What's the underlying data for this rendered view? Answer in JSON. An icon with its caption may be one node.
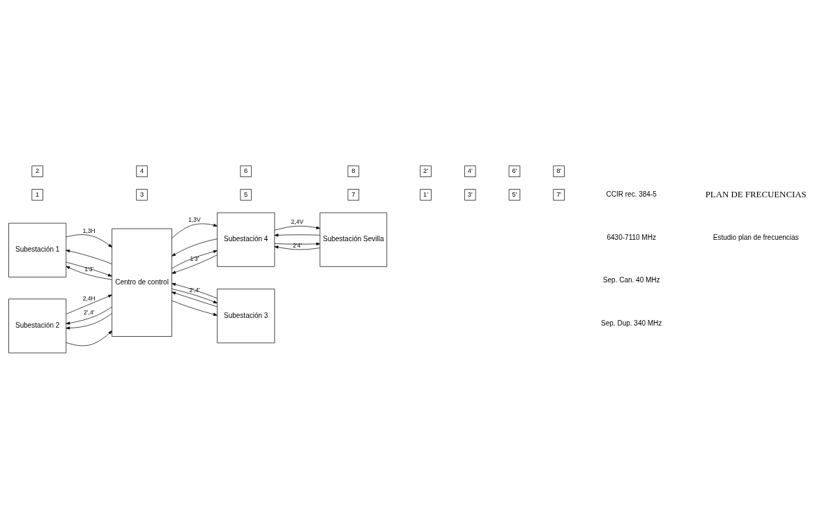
{
  "diagram": {
    "nodes": [
      {
        "text": [
          "Subestación 1"
        ]
      },
      {
        "text": [
          "Centro de control"
        ]
      },
      {
        "text": [
          "Subestación 4"
        ]
      },
      {
        "text": [
          "Subestación Sevilla"
        ]
      },
      {
        "text": [
          "Subestación 2"
        ]
      },
      {
        "text": [
          "Subestación 3"
        ]
      },
      {
        "text": [
          "1"
        ]
      },
      {
        "text": [
          "2"
        ]
      },
      {
        "text": [
          "3"
        ]
      },
      {
        "text": [
          "4"
        ]
      },
      {
        "text": [
          "5"
        ]
      },
      {
        "text": [
          "6"
        ]
      },
      {
        "text": [
          "7"
        ]
      },
      {
        "text": [
          "8"
        ]
      },
      {
        "text": [
          "1'"
        ]
      },
      {
        "text": [
          "2'"
        ]
      },
      {
        "text": [
          "3'"
        ]
      },
      {
        "text": [
          "4'"
        ]
      },
      {
        "text": [
          "5'"
        ]
      },
      {
        "text": [
          "6'"
        ]
      },
      {
        "text": [
          "7'"
        ]
      },
      {
        "text": [
          "8'"
        ]
      }
    ],
    "edges": [
      {
        "from": 0,
        "to": 1,
        "arrow": "to",
        "label": "1,3H"
      },
      {
        "from": 0,
        "to": 1,
        "arrow": "to"
      },
      {
        "from": 1,
        "to": 0,
        "arrow": "to",
        "label": "1'3'"
      },
      {
        "from": 1,
        "to": 0,
        "arrow": "to"
      },
      {
        "from": 1,
        "to": 2,
        "arrow": "to",
        "label": "1,3V"
      },
      {
        "from": 1,
        "to": 2,
        "arrow": "to"
      },
      {
        "from": 2,
        "to": 1,
        "arrow": "to",
        "label": "1'3'"
      },
      {
        "from": 2,
        "to": 1,
        "arrow": "to"
      },
      {
        "from": 2,
        "to": 3,
        "arrow": "to",
        "label": "2,4V"
      },
      {
        "from": 2,
        "to": 3,
        "arrow": "to"
      },
      {
        "from": 3,
        "to": 2,
        "arrow": "to",
        "label": "2'4'"
      },
      {
        "from": 3,
        "to": 2,
        "arrow": "to"
      },
      {
        "from": 4,
        "to": 1,
        "arrow": "to",
        "label": "2,4H"
      },
      {
        "from": 4,
        "to": 1,
        "arrow": "to"
      },
      {
        "from": 1,
        "to": 4,
        "arrow": "to",
        "label": "2',4'"
      },
      {
        "from": 1,
        "to": 4,
        "arrow": "to"
      },
      {
        "from": 5,
        "to": 1,
        "arrow": "to"
      },
      {
        "from": 5,
        "to": 1,
        "arrow": "to"
      },
      {
        "from": 1,
        "to": 5,
        "arrow": "to",
        "label": "2',4'"
      },
      {
        "from": 1,
        "to": 5,
        "arrow": "to"
      }
    ],
    "labels": [
      "CCIR rec. 384-5",
      "6430-7110 MHz",
      "Sep. Can. 40 MHz",
      "Sep. Dup. 340 MHz",
      "PLAN DE FRECUENCIAS",
      "Estudio plan de frecuencias"
    ]
  }
}
